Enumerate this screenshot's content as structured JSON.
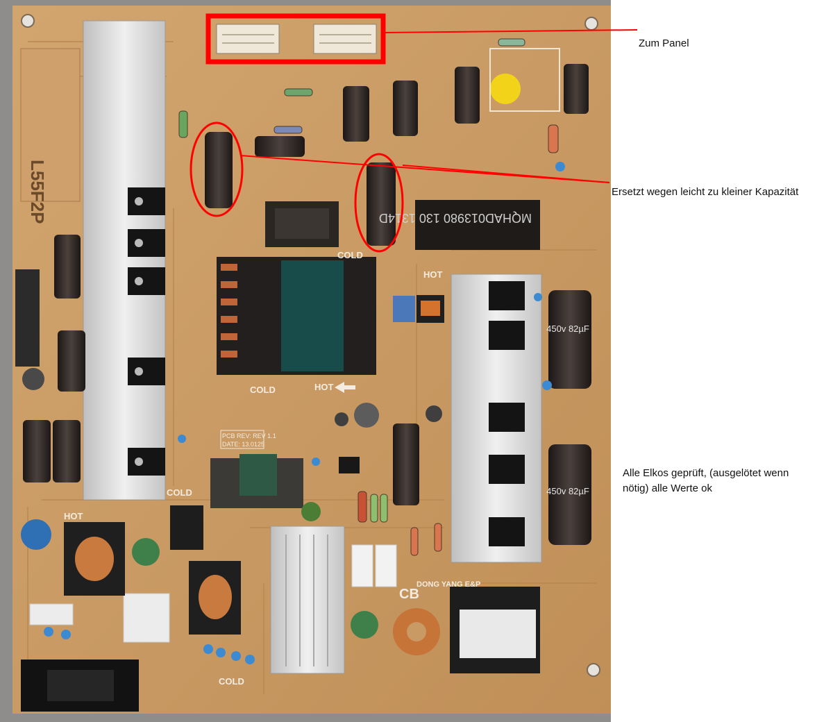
{
  "annotations": {
    "panel": "Zum Panel",
    "replaced": "Ersetzt wegen leicht zu kleiner Kapazität",
    "checked": "Alle Elkos geprüft, (ausgelötet wenn nötig) alle Werte ok"
  },
  "board_markings": {
    "model": "L55F2P",
    "cold_1": "COLD",
    "cold_2": "COLD",
    "cold_3": "COLD",
    "cold_4": "COLD",
    "hot_1": "HOT",
    "hot_2": "HOT",
    "hot_3": "HOT",
    "pcb_rev": "PCB REV: REV 1.1",
    "pcb_date": "DATE: 13.0125",
    "maker": "DONG YANG E&P",
    "cb": "CB",
    "chip": "MQHAD013980",
    "chip_code": "130 1314D",
    "cap_rating_1": "450v 82µF",
    "cap_rating_2": "450v 82µF"
  },
  "colors": {
    "pcb": "#c99a63",
    "heatsink": "#dcdcdc",
    "annotation_red": "#ff0000",
    "capacitor": "#2a2422"
  }
}
